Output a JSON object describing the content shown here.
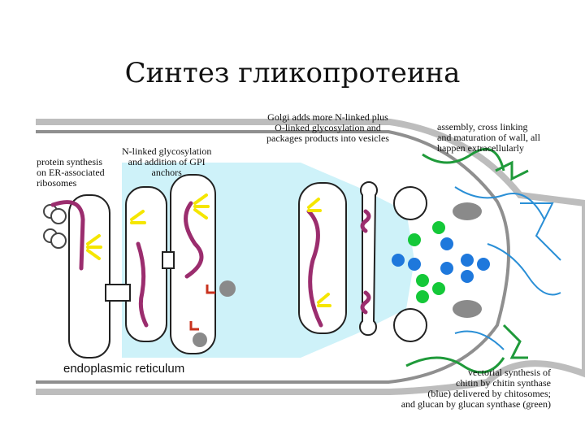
{
  "title": "Синтез гликопротеина",
  "labels": {
    "protein_synthesis": [
      "protein synthesis",
      "on ER-associated",
      "ribosomes"
    ],
    "n_linked": [
      "N-linked glycosylation",
      "and addition of GPI",
      "anchors"
    ],
    "golgi": [
      "Golgi adds more N-linked plus",
      "O-linked glycosylation and",
      "packages products into vesicles"
    ],
    "assembly": [
      "assembly, cross linking",
      "and maturation of wall, all",
      "happen extracellularly"
    ],
    "er": "endoplasmic reticulum",
    "vectorial": [
      "vectorial synthesis of",
      "chitin by chitin synthase",
      "(blue) delivered by chitosomes;",
      "and glucan by glucan synthase (green)"
    ]
  },
  "colors": {
    "cell_wall_outer": "#d0d0d0",
    "cell_wall_inner": "#a0a0a0",
    "cytoplasm_flow": "#c6f0f8",
    "protein": "#9b2d6e",
    "sugar": "#f5e600",
    "gpi_anchor": "#c8321e",
    "chitosome": "#1e78dc",
    "glucan_vesicle": "#14c838",
    "chitin": "#2a8fd6",
    "glucan": "#1f9a3a",
    "membrane_protein": "#808080"
  }
}
